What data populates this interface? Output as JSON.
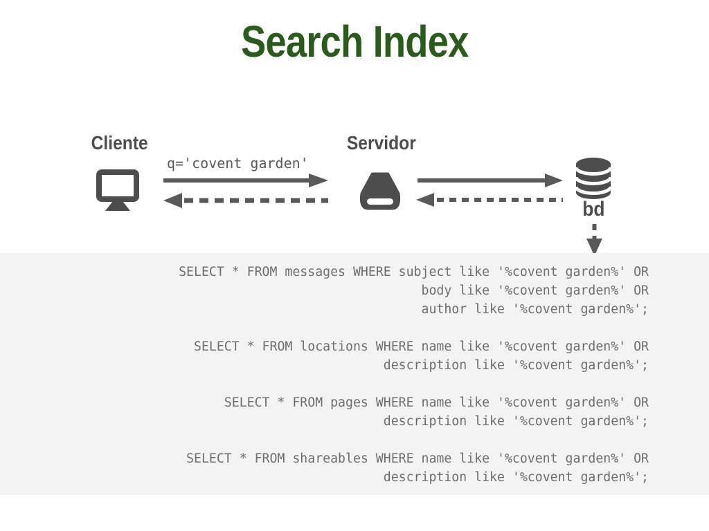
{
  "slide": {
    "title": "Search Index"
  },
  "diagram": {
    "client_label": "Cliente",
    "server_label": "Servidor",
    "database_label": "bd",
    "query_annotation": "q='covent garden'"
  },
  "sql_panel": {
    "blocks": [
      [
        "SELECT * FROM messages WHERE subject like '%covent garden%' OR",
        "body like '%covent garden%' OR",
        "author like '%covent garden%';"
      ],
      [
        "SELECT * FROM locations WHERE name like '%covent garden%' OR",
        "description like '%covent garden%';"
      ],
      [
        "SELECT * FROM pages WHERE name like '%covent garden%' OR",
        "description like '%covent garden%';"
      ],
      [
        "SELECT * FROM shareables WHERE name like '%covent garden%' OR",
        "description like '%covent garden%';"
      ]
    ]
  },
  "icons": {
    "client": "monitor-icon",
    "server": "server-icon",
    "database": "database-cylinder-icon",
    "request": "arrow-right-icon",
    "response": "arrow-left-dashed-icon",
    "db_query": "arrow-down-dashed-icon"
  },
  "colors": {
    "title_green": "#2b5a1d",
    "label_gray": "#4d4d4d",
    "icon_gray": "#4d4d4d",
    "arrow_gray": "#595959",
    "code_gray": "#6e6e6e",
    "panel_bg": "#f3f3f3"
  }
}
